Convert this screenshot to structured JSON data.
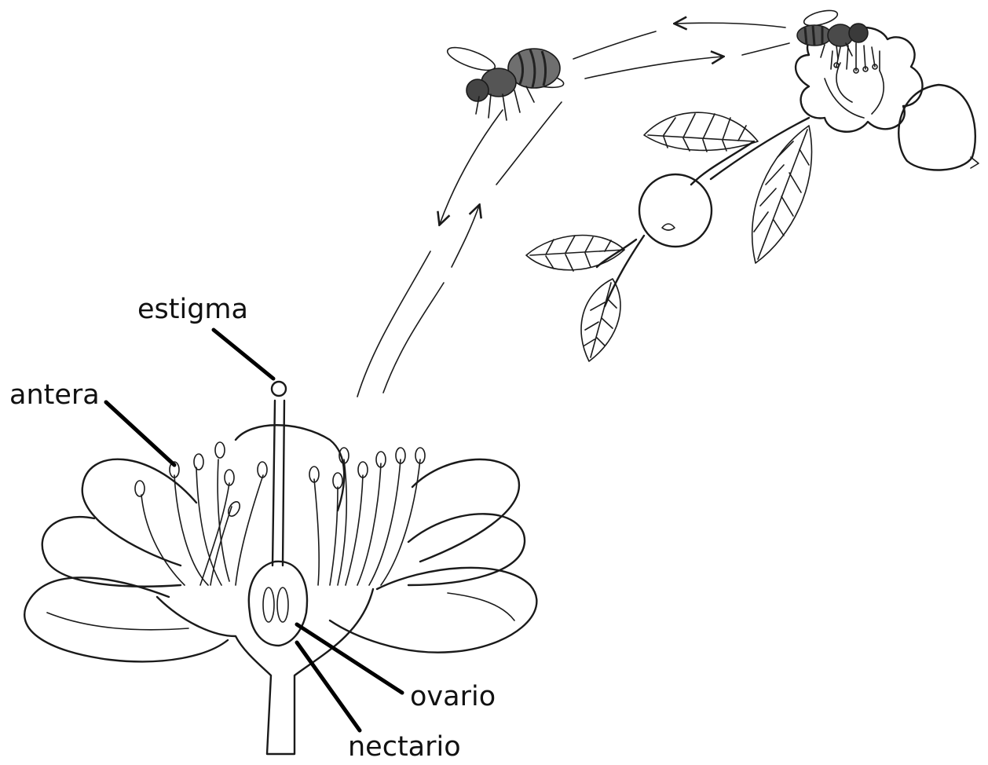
{
  "labels": {
    "stigma": "estigma",
    "anther": "antera",
    "ovary": "ovario",
    "nectary": "nectario"
  },
  "icons": {
    "flying_bee": "bee-icon",
    "foraging_bee": "bee-icon",
    "fruiting_branch": "guava-branch-icon"
  },
  "colors": {
    "ink": "#1a1a1a",
    "fruit_fill": "#d9d9d9",
    "background": "#ffffff"
  }
}
